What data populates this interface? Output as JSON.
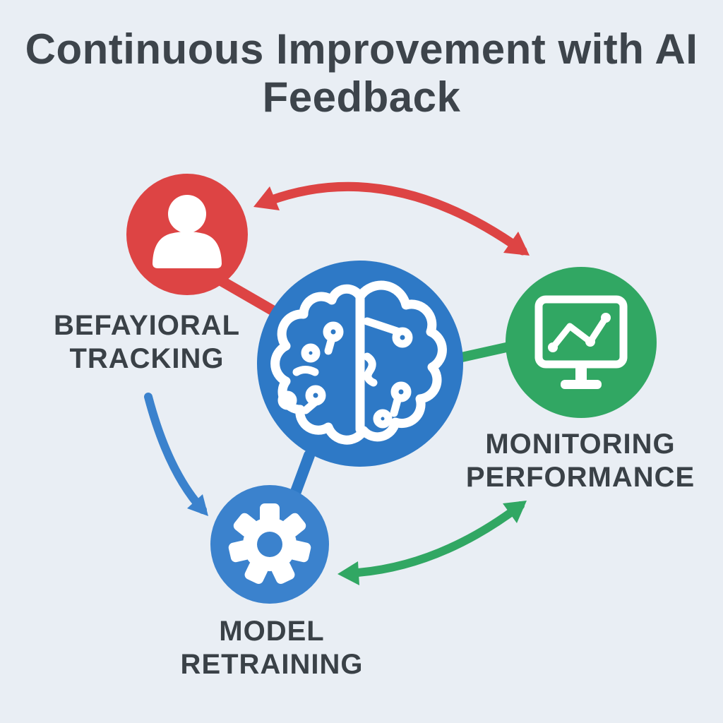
{
  "title": {
    "line1": "Continuous Improvement",
    "line2": "with AI Feedback"
  },
  "nodes": {
    "behavioral_tracking": {
      "label_line1": "BEFAYIORAL",
      "label_line2": "TRACKING",
      "icon": "user-icon",
      "color": "#dd4444"
    },
    "ai_brain": {
      "icon": "brain-icon",
      "color": "#2e79c6"
    },
    "monitoring_performance": {
      "label_line1": "MONITORING",
      "label_line2": "PERFORMANCE",
      "icon": "monitor-chart-icon",
      "color": "#31a763"
    },
    "model_retraining": {
      "label_line1": "MODEL",
      "label_line2": "RETRAINING",
      "icon": "gear-icon",
      "color": "#3b82cd"
    }
  },
  "relations": [
    {
      "between": "behavioral_tracking ↔ monitoring_performance",
      "style": "curved-double-arrow",
      "color": "#dd4444"
    },
    {
      "between": "behavioral_tracking → model_retraining",
      "style": "curved-arrow",
      "color": "#3b82cd"
    },
    {
      "between": "model_retraining ↔ monitoring_performance",
      "style": "curved-double-arrow",
      "color": "#31a763"
    }
  ],
  "colors": {
    "background": "#e9eef4",
    "text_title": "#3d444b",
    "text_label": "#3a4147",
    "red": "#dd4444",
    "blue": "#2e79c6",
    "blue_light": "#3b82cd",
    "green": "#31a763",
    "white": "#ffffff"
  }
}
